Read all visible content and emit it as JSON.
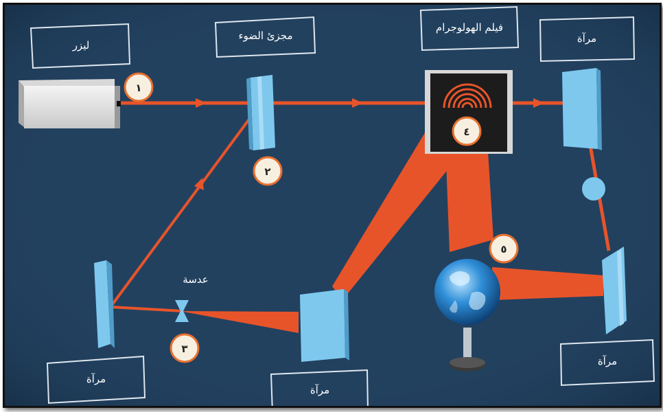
{
  "labels": {
    "laser": "ليزر",
    "beam_splitter": "مجزئ الضوء",
    "hologram_film": "فيلم الهولوجرام",
    "mirror_top_right": "مرآة",
    "lens": "عدسة",
    "mirror_left": "مرآة",
    "mirror_bottom_center": "مرآة",
    "mirror_bottom_right": "مرآة"
  },
  "markers": [
    "١",
    "٢",
    "٣",
    "٤",
    "٥"
  ],
  "colors": {
    "background": "#21405f",
    "beam": "#e8542a",
    "mirror": "#7ec8ee",
    "marker_fill": "#f7efe0",
    "marker_ring": "#e8702f"
  }
}
